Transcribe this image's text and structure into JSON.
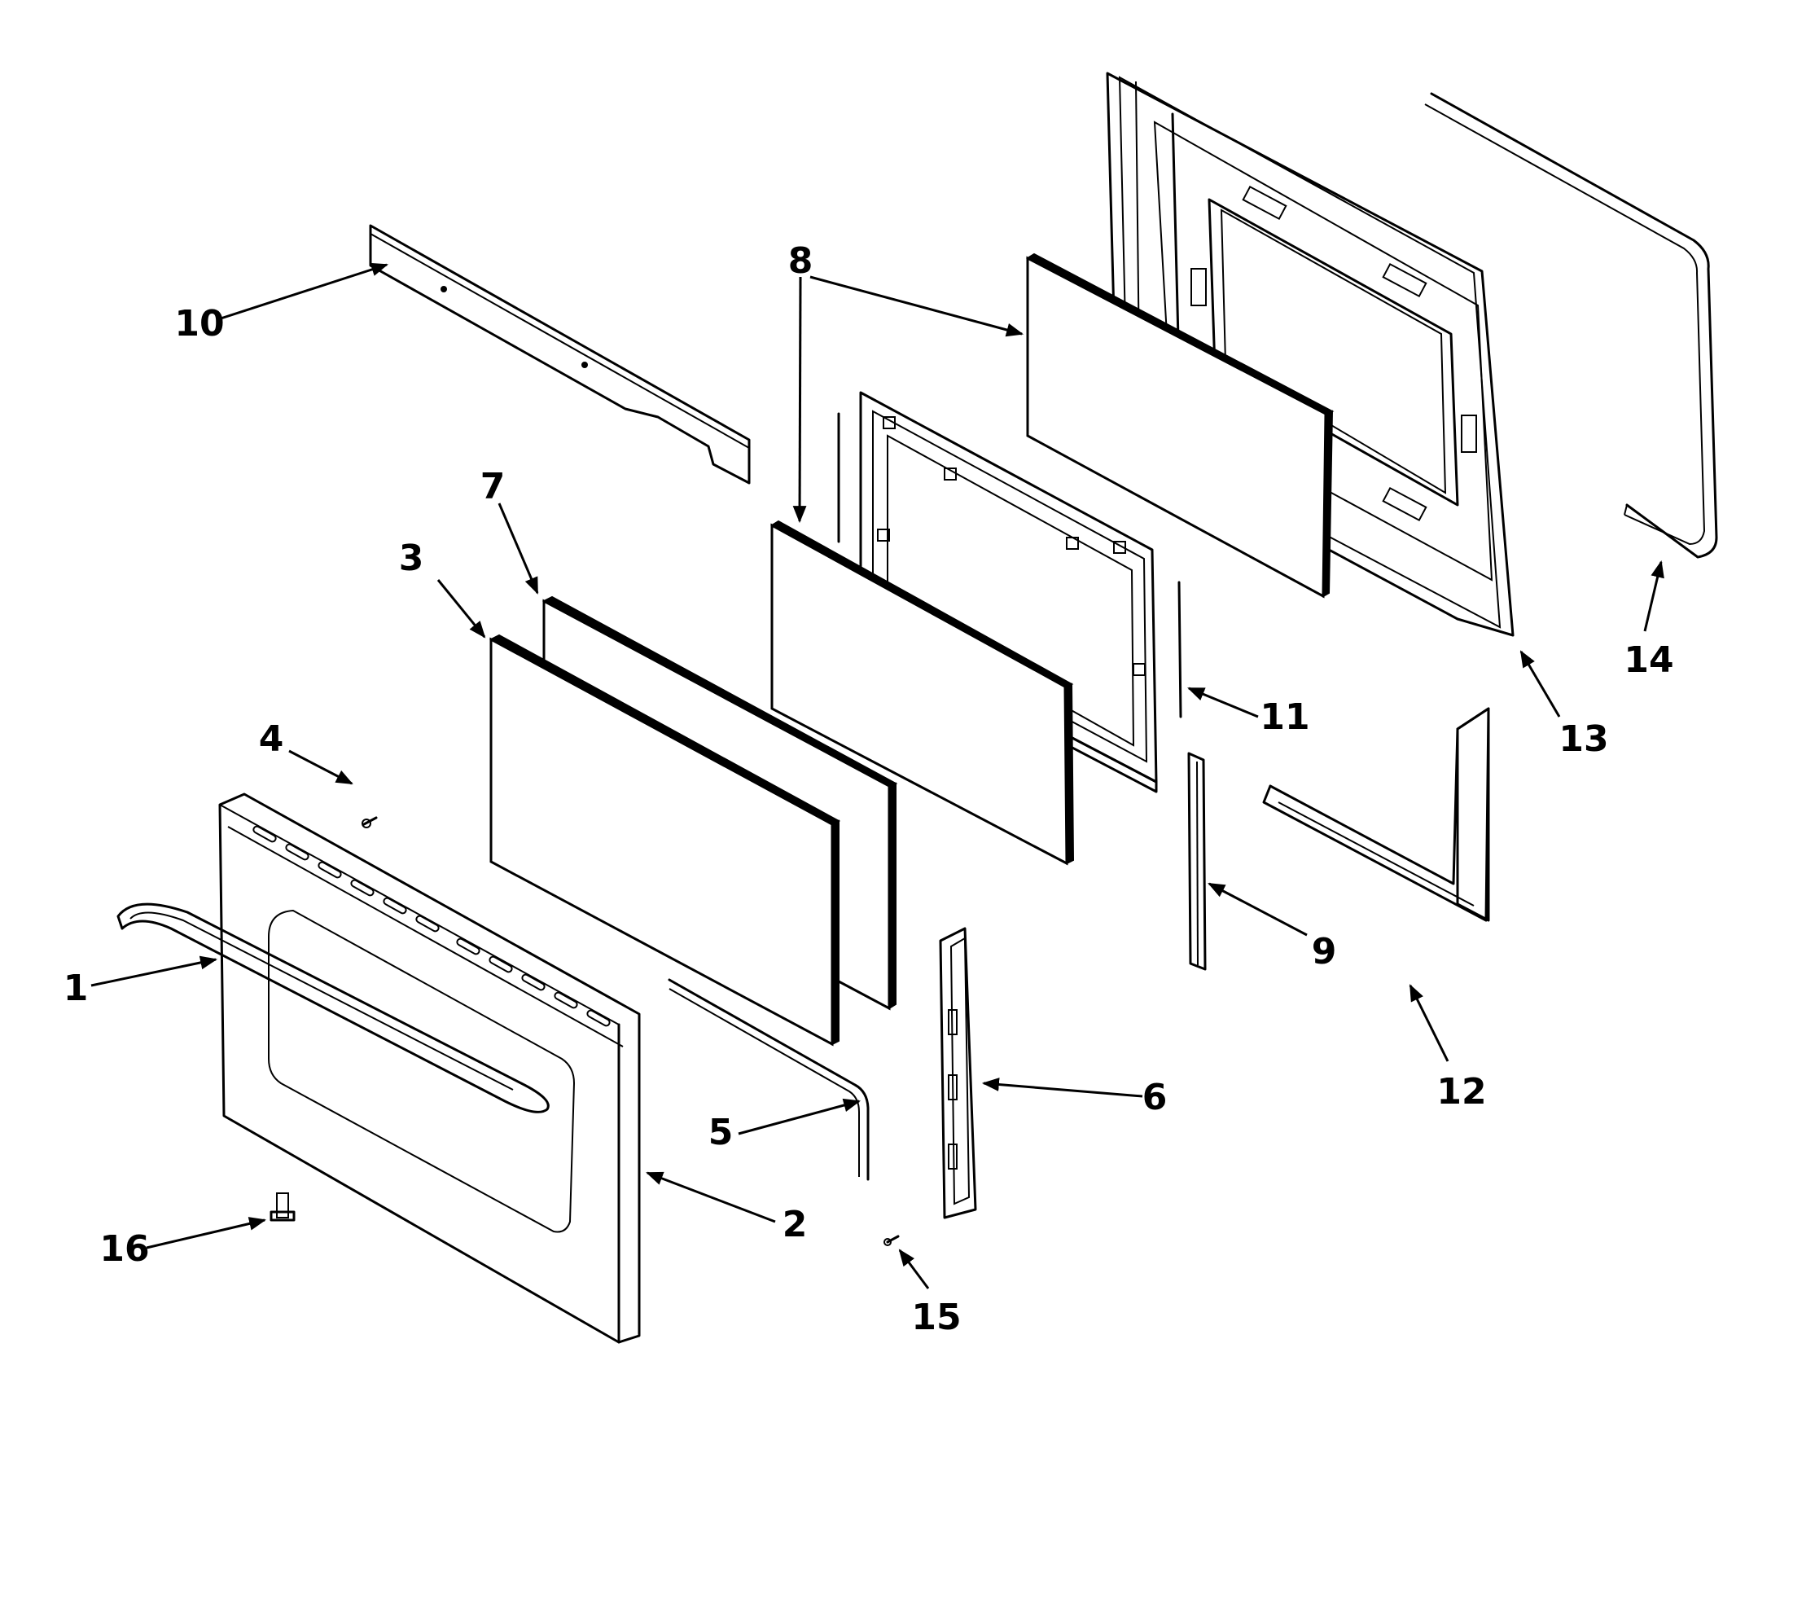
{
  "diagram": {
    "callouts": [
      {
        "id": "1",
        "label": "1"
      },
      {
        "id": "2",
        "label": "2"
      },
      {
        "id": "3",
        "label": "3"
      },
      {
        "id": "4",
        "label": "4"
      },
      {
        "id": "5",
        "label": "5"
      },
      {
        "id": "6",
        "label": "6"
      },
      {
        "id": "7",
        "label": "7"
      },
      {
        "id": "8",
        "label": "8"
      },
      {
        "id": "9",
        "label": "9"
      },
      {
        "id": "10",
        "label": "10"
      },
      {
        "id": "11",
        "label": "11"
      },
      {
        "id": "12",
        "label": "12"
      },
      {
        "id": "13",
        "label": "13"
      },
      {
        "id": "14",
        "label": "14"
      },
      {
        "id": "15",
        "label": "15"
      },
      {
        "id": "16",
        "label": "16"
      }
    ],
    "colors": {
      "line": "#000000",
      "background": "#ffffff"
    }
  }
}
